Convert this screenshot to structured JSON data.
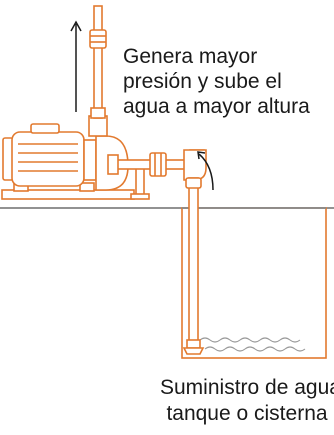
{
  "diagram": {
    "type": "pump-installation",
    "colors": {
      "stroke": "#e27a2f",
      "text": "#1a1a1a",
      "arrow": "#1a1a1a",
      "water": "#9a9a9a",
      "ground": "#6e6e6e",
      "background": "#ffffff"
    },
    "icons": [
      "centrifugal-pump-icon",
      "discharge-pipe-icon",
      "suction-pipe-icon",
      "foot-valve-icon",
      "water-tank-icon"
    ]
  },
  "labels": {
    "discharge": {
      "line1": "Genera mayor",
      "line2": "presión y sube el",
      "line3": "agua a mayor altura"
    },
    "supply": {
      "line1": "Suministro de agua",
      "line2": "tanque o cisterna"
    }
  }
}
